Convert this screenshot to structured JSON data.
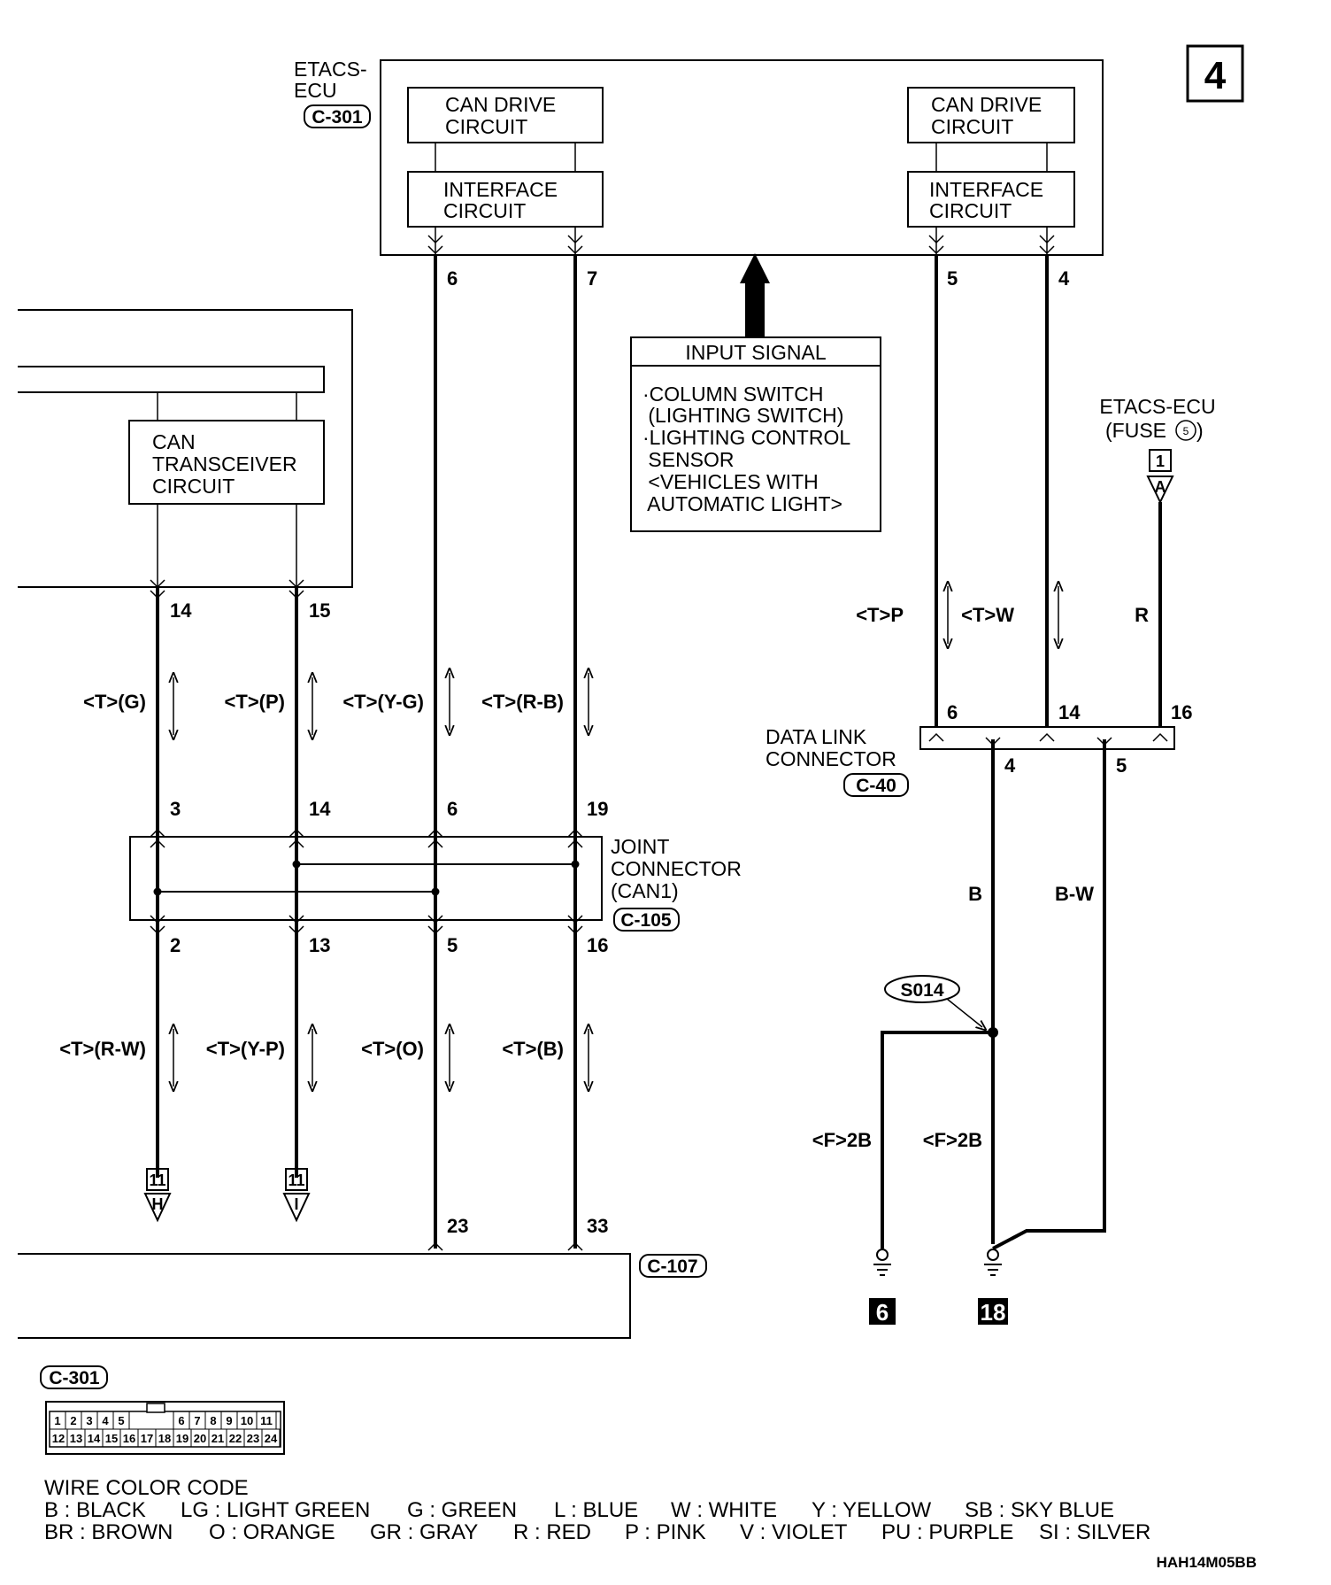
{
  "page_number": "4",
  "ecu": {
    "name": "ETACS-ECU",
    "name_line1": "ETACS-",
    "name_line2": "ECU",
    "connector": "C-301",
    "can_drive_line1": "CAN DRIVE",
    "can_drive_line2": "CIRCUIT",
    "interface_line1": "INTERFACE",
    "interface_line2": "CIRCUIT",
    "pins": [
      "6",
      "7",
      "5",
      "4"
    ]
  },
  "input_signal": {
    "title": "INPUT SIGNAL",
    "lines": [
      "·COLUMN SWITCH",
      " (LIGHTING SWITCH)",
      "·LIGHTING CONTROL",
      " SENSOR",
      " <VEHICLES WITH",
      " AUTOMATIC LIGHT>"
    ]
  },
  "can_transceiver": {
    "line1": "CAN",
    "line2": "TRANSCEIVER",
    "line3": "CIRCUIT",
    "pins": [
      "14",
      "15"
    ]
  },
  "upper_wires": [
    {
      "signal": "<T>(G)",
      "top_pin": "14",
      "bottom_pin": "3"
    },
    {
      "signal": "<T>(P)",
      "top_pin": "15",
      "bottom_pin": "14"
    },
    {
      "signal": "<T>(Y-G)",
      "top_pin": "6",
      "bottom_pin": "6"
    },
    {
      "signal": "<T>(R-B)",
      "top_pin": "7",
      "bottom_pin": "19"
    }
  ],
  "joint_connector": {
    "line1": "JOINT",
    "line2": "CONNECTOR",
    "line3": "(CAN1)",
    "connector": "C-105"
  },
  "lower_wires": [
    {
      "signal": "<T>(R-W)",
      "top_pin": "2",
      "end_ref": "11",
      "end_letter": "H"
    },
    {
      "signal": "<T>(Y-P)",
      "top_pin": "13",
      "end_ref": "11",
      "end_letter": "I"
    },
    {
      "signal": "<T>(O)",
      "top_pin": "5",
      "bottom_pin": "23"
    },
    {
      "signal": "<T>(B)",
      "top_pin": "16",
      "bottom_pin": "33"
    }
  ],
  "bottom_connector": "C-107",
  "fuse_source": {
    "line1": "ETACS-ECU",
    "line2": "(FUSE",
    "fuse_number": "5",
    "line2_end": ")",
    "ref": "1",
    "letter": "A"
  },
  "right_wires": [
    {
      "signal": "<T>P",
      "pin": "6"
    },
    {
      "signal": "<T>W",
      "pin": "14"
    },
    {
      "signal": "R",
      "pin": "16"
    }
  ],
  "data_link": {
    "line1": "DATA LINK",
    "line2": "CONNECTOR",
    "connector": "C-40",
    "bottom_pins": [
      "4",
      "5"
    ],
    "wire_colors": [
      "B",
      "B-W"
    ]
  },
  "splice": "S014",
  "ground_wires": [
    "<F>2B",
    "<F>2B"
  ],
  "grounds": [
    "6",
    "18"
  ],
  "connector_view": {
    "label": "C-301",
    "row1": [
      "1",
      "2",
      "3",
      "4",
      "5",
      "6",
      "7",
      "8",
      "9",
      "10",
      "11"
    ],
    "row2": [
      "12",
      "13",
      "14",
      "15",
      "16",
      "17",
      "18",
      "19",
      "20",
      "21",
      "22",
      "23",
      "24"
    ]
  },
  "wire_color_code": {
    "title": "WIRE COLOR CODE",
    "row1": [
      "B : BLACK",
      "LG : LIGHT GREEN",
      "G : GREEN",
      "L : BLUE",
      "W : WHITE",
      "Y : YELLOW",
      "SB : SKY BLUE"
    ],
    "row2": [
      "BR : BROWN",
      "O : ORANGE",
      "GR : GRAY",
      "R : RED",
      "P : PINK",
      "V : VIOLET",
      "PU : PURPLE",
      "SI : SILVER"
    ]
  },
  "figure_code": "HAH14M05BB"
}
